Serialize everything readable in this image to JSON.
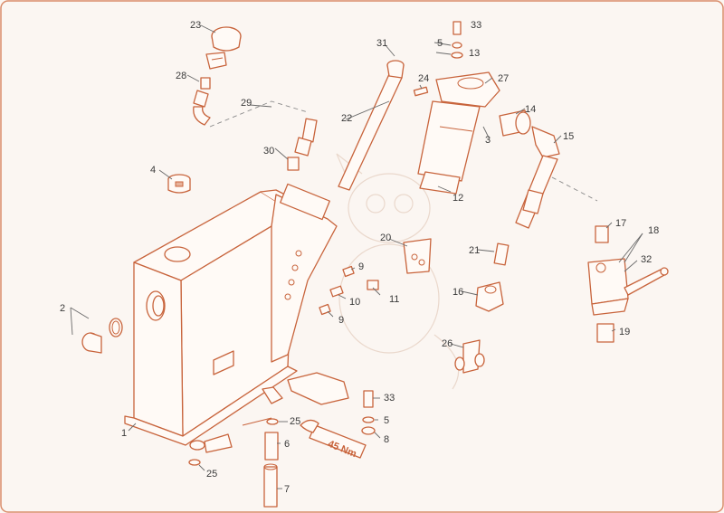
{
  "diagram": {
    "border_color": "#c8643c",
    "part_color": "#c8643c",
    "label_color": "#3a3a3a",
    "labels": [
      "23",
      "33",
      "5",
      "13",
      "31",
      "27",
      "24",
      "28",
      "29",
      "22",
      "14",
      "3",
      "15",
      "30",
      "4",
      "12",
      "17",
      "18",
      "20",
      "21",
      "32",
      "2",
      "9",
      "11",
      "16",
      "10",
      "9",
      "19",
      "26",
      "33",
      "25",
      "5",
      "6",
      "8",
      "1",
      "25",
      "7"
    ],
    "torque_label": "45 Nm"
  }
}
